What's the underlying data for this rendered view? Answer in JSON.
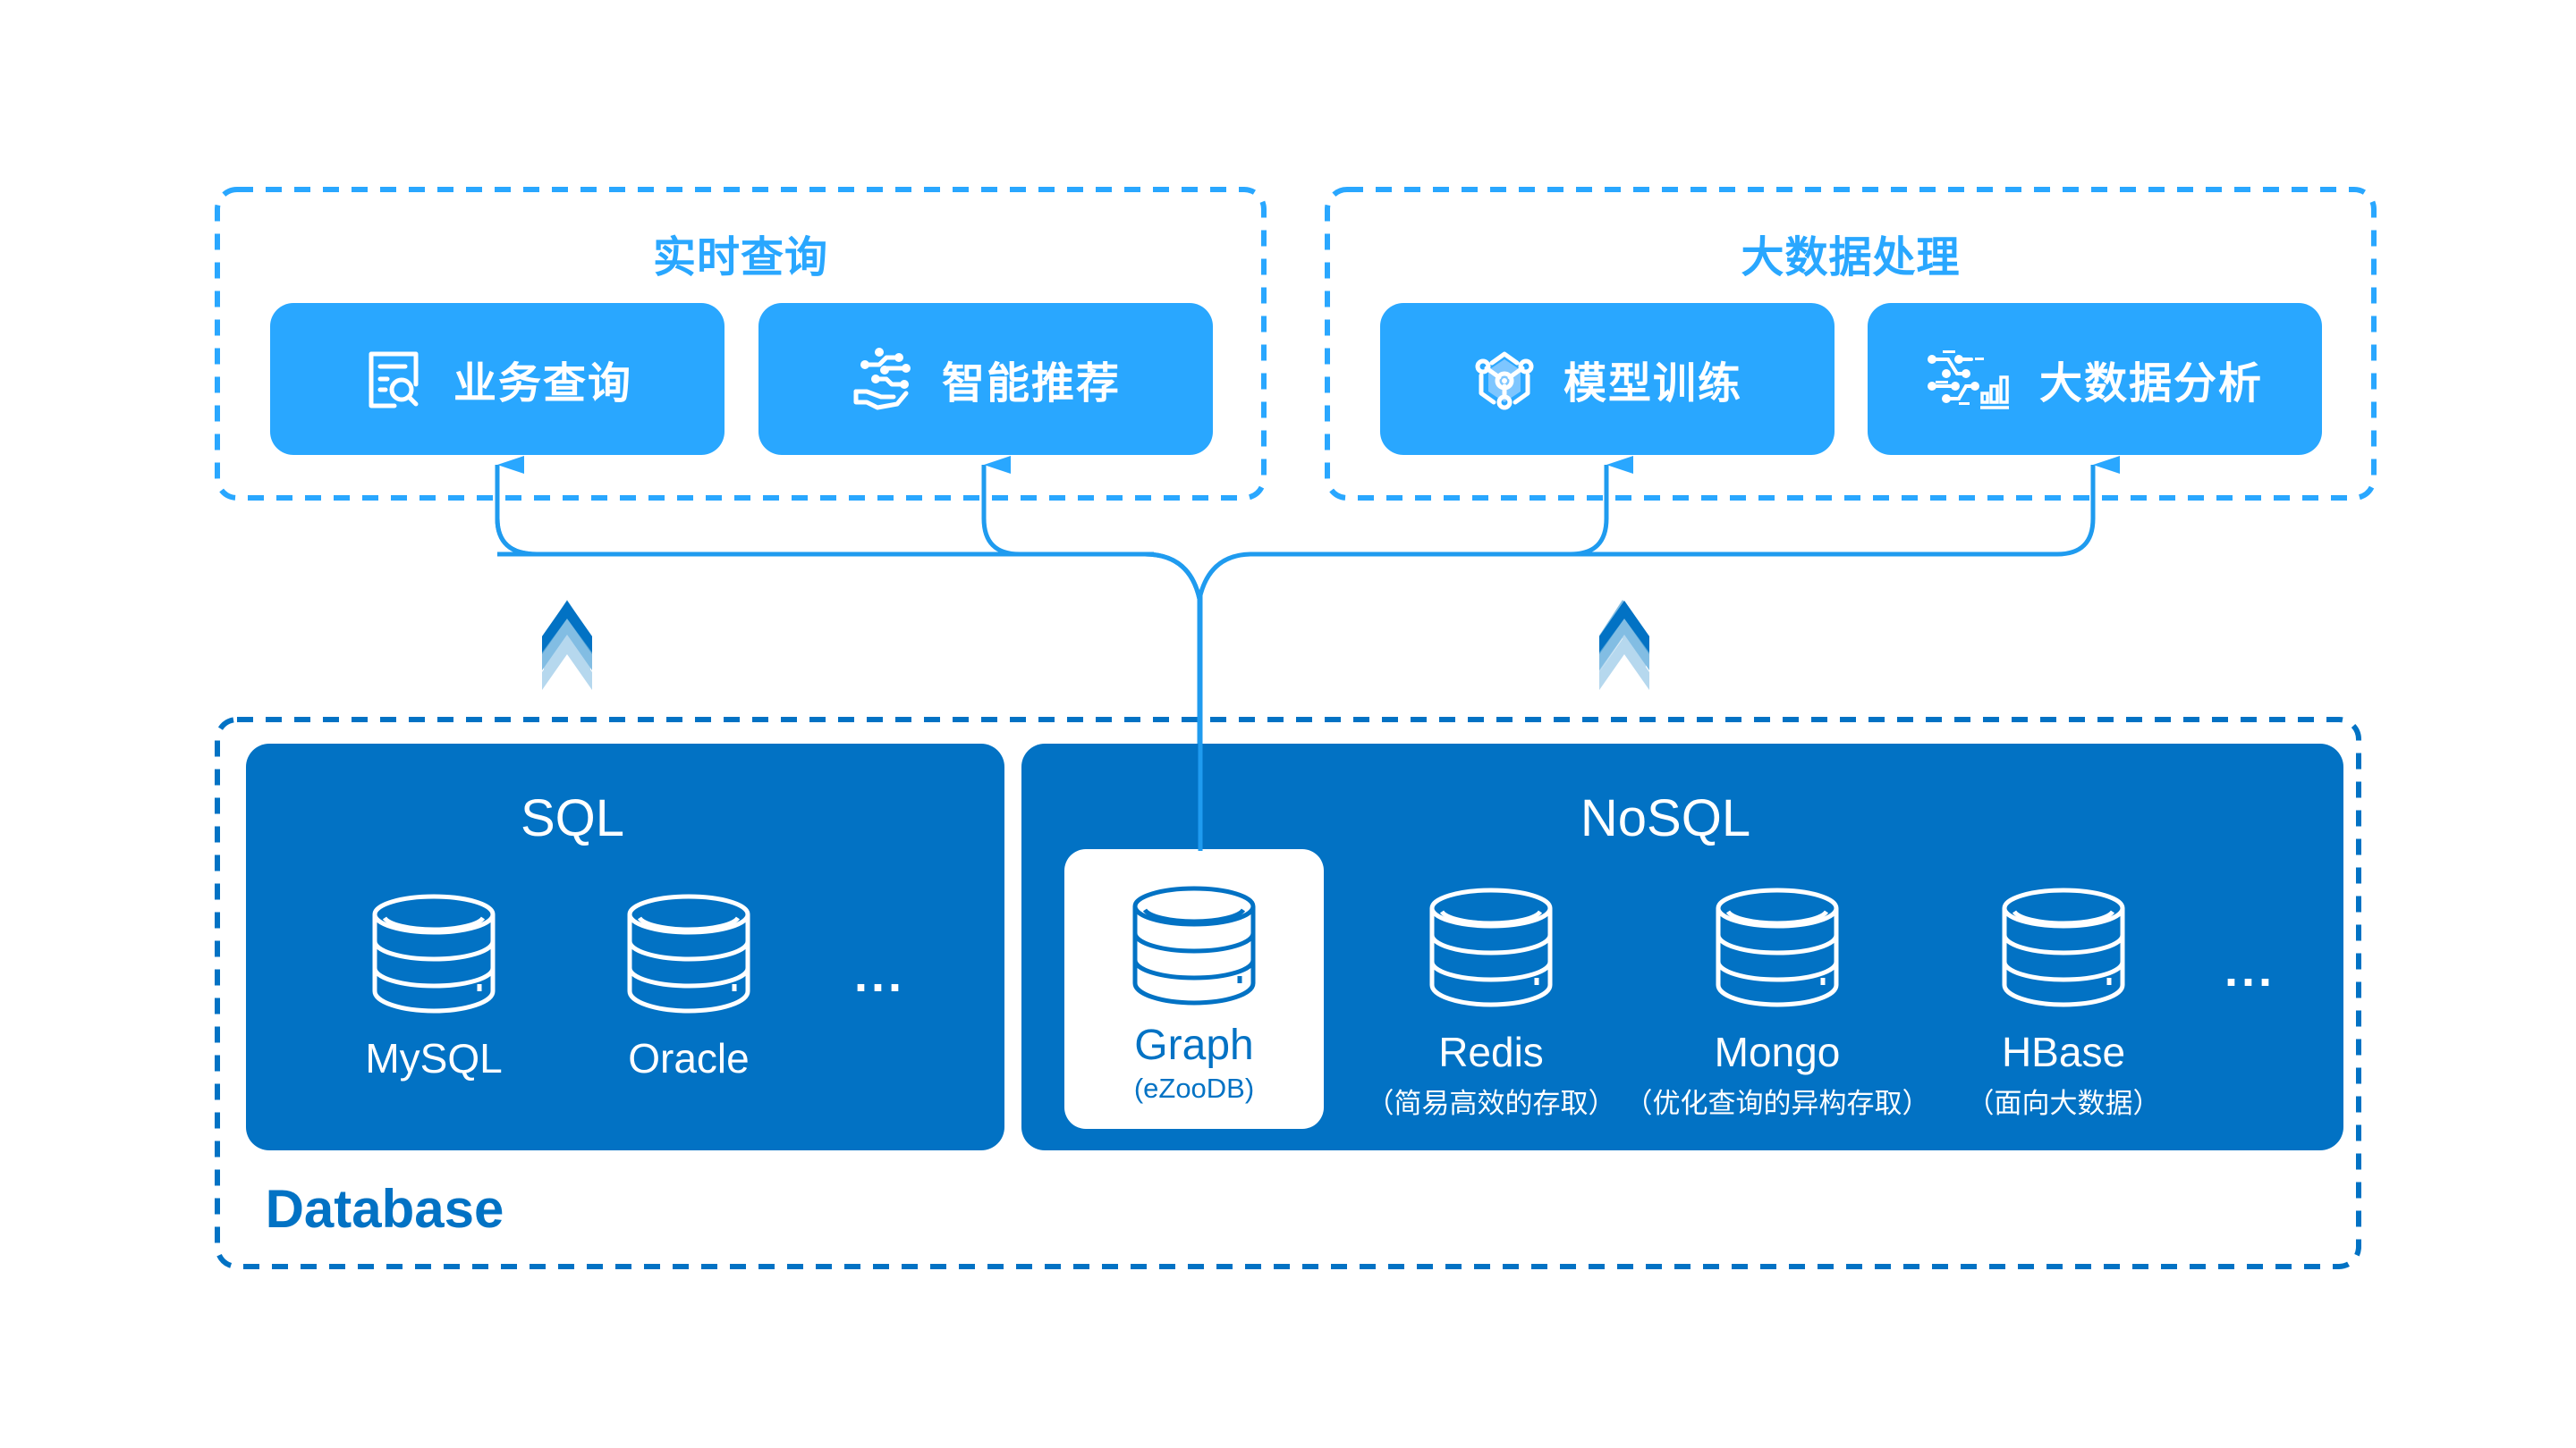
{
  "colors": {
    "light_blue": "#29a7ff",
    "connector_blue": "#1f9bef",
    "dark_blue": "#0272c4",
    "white": "#ffffff"
  },
  "top_groups": [
    {
      "title": "实时查询",
      "cards": [
        {
          "label": "业务查询",
          "icon": "document-search-icon"
        },
        {
          "label": "智能推荐",
          "icon": "hand-network-icon"
        }
      ]
    },
    {
      "title": "大数据处理",
      "cards": [
        {
          "label": "模型训练",
          "icon": "model-cube-icon"
        },
        {
          "label": "大数据分析",
          "icon": "data-analysis-icon"
        }
      ]
    }
  ],
  "flow_indicators": [
    "chevrons-up-icon",
    "chevrons-up-icon"
  ],
  "database": {
    "title": "Database",
    "sql": {
      "title": "SQL",
      "items": [
        {
          "name": "MySQL",
          "icon": "database-icon"
        },
        {
          "name": "Oracle",
          "icon": "database-icon"
        }
      ],
      "more": "..."
    },
    "nosql": {
      "title": "NoSQL",
      "highlight": {
        "name": "Graph",
        "desc": "(eZooDB)",
        "icon": "database-icon"
      },
      "items": [
        {
          "name": "Redis",
          "desc": "（简易高效的存取）",
          "icon": "database-icon"
        },
        {
          "name": "Mongo",
          "desc": "（优化查询的异构存取）",
          "icon": "database-icon"
        },
        {
          "name": "HBase",
          "desc": "（面向大数据）",
          "icon": "database-icon"
        }
      ],
      "more": "..."
    }
  }
}
